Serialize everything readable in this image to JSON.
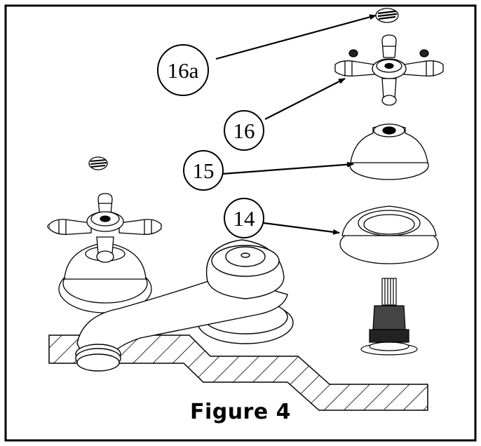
{
  "figure": {
    "caption": "Figure 4",
    "callouts": [
      {
        "id": "16a",
        "label": "16a"
      },
      {
        "id": "16",
        "label": "16"
      },
      {
        "id": "15",
        "label": "15"
      },
      {
        "id": "14",
        "label": "14"
      }
    ]
  },
  "colors": {
    "line": "#000000",
    "background": "#ffffff"
  }
}
